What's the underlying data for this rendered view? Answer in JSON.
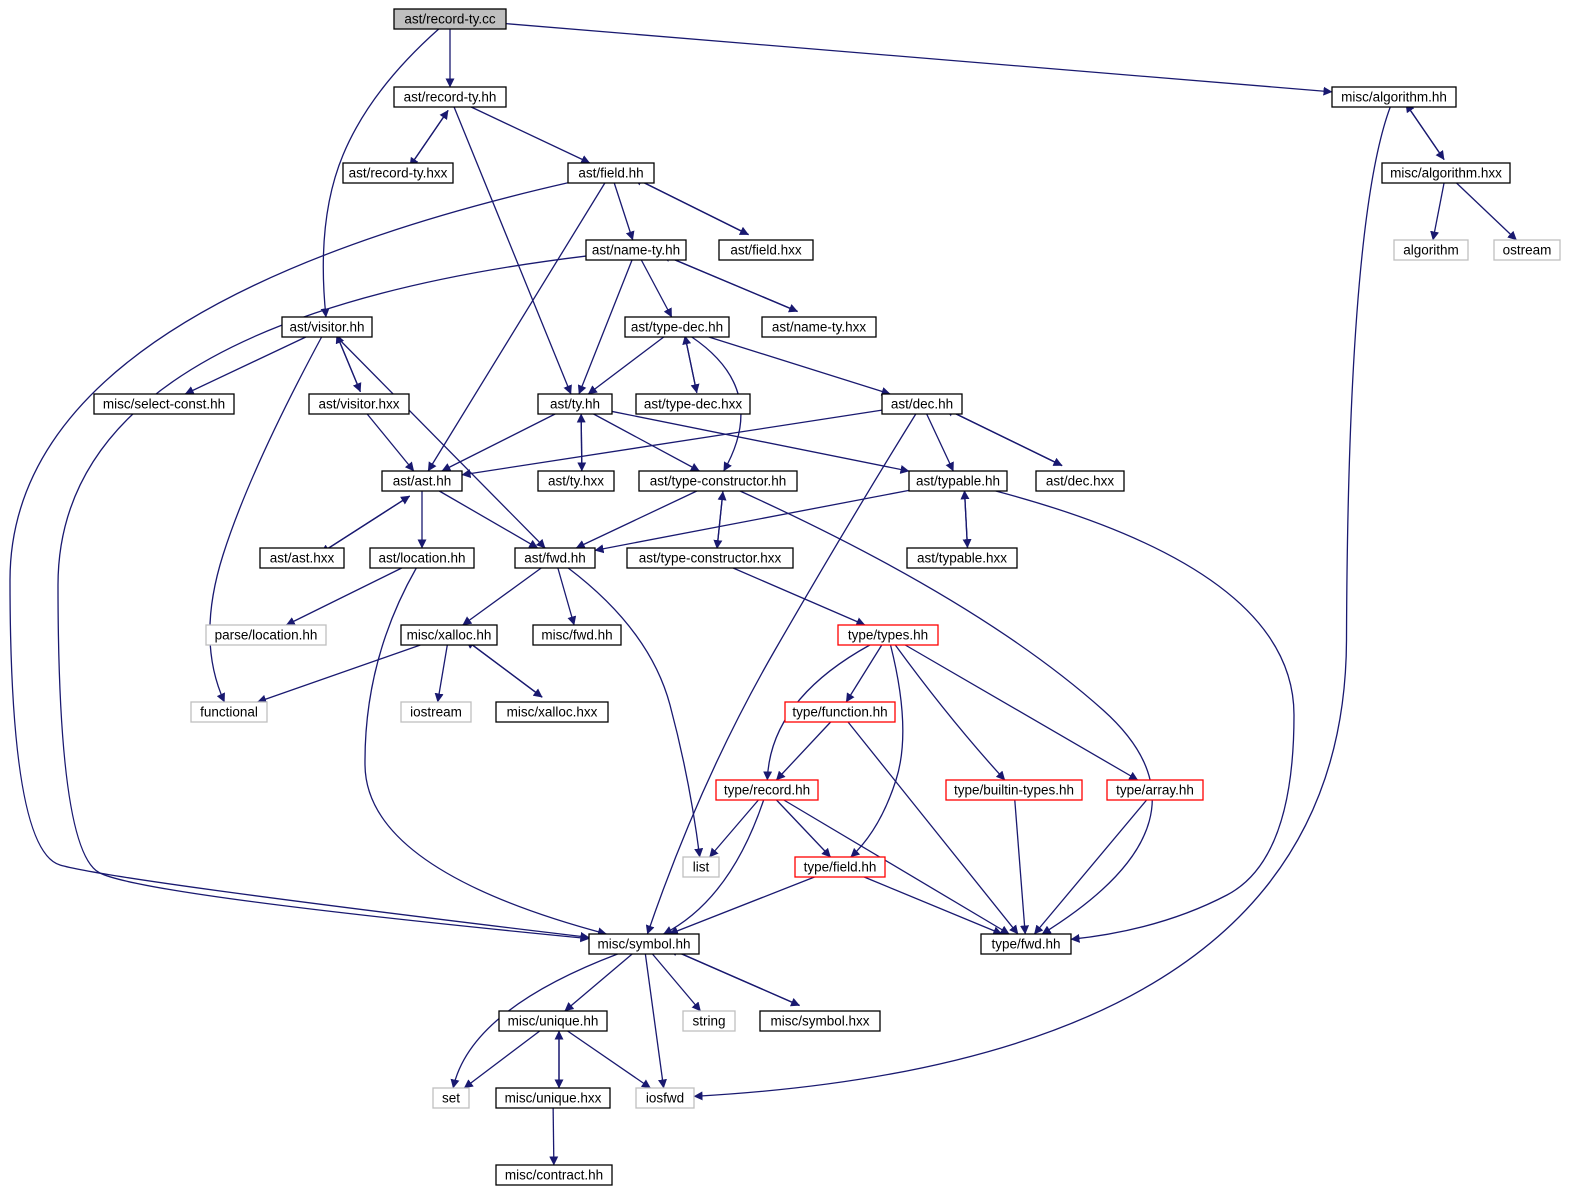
{
  "diagram": {
    "colors": {
      "edge": "#191970",
      "node_border": "#000000",
      "external_border": "#bfbfbf",
      "truncated_border": "#ff0000",
      "root_fill": "#bfbfbf",
      "node_fill": "#ffffff"
    },
    "nodes": [
      {
        "id": "record-ty-cc",
        "label": "ast/record-ty.cc",
        "kind": "root"
      },
      {
        "id": "record-ty-hh",
        "label": "ast/record-ty.hh",
        "kind": "normal"
      },
      {
        "id": "record-ty-hxx",
        "label": "ast/record-ty.hxx",
        "kind": "normal"
      },
      {
        "id": "algorithm-hh",
        "label": "misc/algorithm.hh",
        "kind": "normal"
      },
      {
        "id": "algorithm-hxx",
        "label": "misc/algorithm.hxx",
        "kind": "normal"
      },
      {
        "id": "algorithm",
        "label": "algorithm",
        "kind": "external"
      },
      {
        "id": "ostream",
        "label": "ostream",
        "kind": "external"
      },
      {
        "id": "field-hh",
        "label": "ast/field.hh",
        "kind": "normal"
      },
      {
        "id": "field-hxx",
        "label": "ast/field.hxx",
        "kind": "normal"
      },
      {
        "id": "name-ty-hh",
        "label": "ast/name-ty.hh",
        "kind": "normal"
      },
      {
        "id": "name-ty-hxx",
        "label": "ast/name-ty.hxx",
        "kind": "normal"
      },
      {
        "id": "visitor-hh",
        "label": "ast/visitor.hh",
        "kind": "normal"
      },
      {
        "id": "type-dec-hh",
        "label": "ast/type-dec.hh",
        "kind": "normal"
      },
      {
        "id": "select-const-hh",
        "label": "misc/select-const.hh",
        "kind": "normal"
      },
      {
        "id": "visitor-hxx",
        "label": "ast/visitor.hxx",
        "kind": "normal"
      },
      {
        "id": "ty-hh",
        "label": "ast/ty.hh",
        "kind": "normal"
      },
      {
        "id": "type-dec-hxx",
        "label": "ast/type-dec.hxx",
        "kind": "normal"
      },
      {
        "id": "dec-hh",
        "label": "ast/dec.hh",
        "kind": "normal"
      },
      {
        "id": "ast-hh",
        "label": "ast/ast.hh",
        "kind": "normal"
      },
      {
        "id": "ty-hxx",
        "label": "ast/ty.hxx",
        "kind": "normal"
      },
      {
        "id": "type-constructor-hh",
        "label": "ast/type-constructor.hh",
        "kind": "normal"
      },
      {
        "id": "typable-hh",
        "label": "ast/typable.hh",
        "kind": "normal"
      },
      {
        "id": "dec-hxx",
        "label": "ast/dec.hxx",
        "kind": "normal"
      },
      {
        "id": "ast-hxx",
        "label": "ast/ast.hxx",
        "kind": "normal"
      },
      {
        "id": "location-hh",
        "label": "ast/location.hh",
        "kind": "normal"
      },
      {
        "id": "fwd-hh",
        "label": "ast/fwd.hh",
        "kind": "normal"
      },
      {
        "id": "type-constructor-hxx",
        "label": "ast/type-constructor.hxx",
        "kind": "normal"
      },
      {
        "id": "typable-hxx",
        "label": "ast/typable.hxx",
        "kind": "normal"
      },
      {
        "id": "parse-location-hh",
        "label": "parse/location.hh",
        "kind": "external"
      },
      {
        "id": "xalloc-hh",
        "label": "misc/xalloc.hh",
        "kind": "normal"
      },
      {
        "id": "misc-fwd-hh",
        "label": "misc/fwd.hh",
        "kind": "normal"
      },
      {
        "id": "types-hh",
        "label": "type/types.hh",
        "kind": "truncated"
      },
      {
        "id": "functional",
        "label": "functional",
        "kind": "external"
      },
      {
        "id": "iostream",
        "label": "iostream",
        "kind": "external"
      },
      {
        "id": "xalloc-hxx",
        "label": "misc/xalloc.hxx",
        "kind": "normal"
      },
      {
        "id": "function-hh",
        "label": "type/function.hh",
        "kind": "truncated"
      },
      {
        "id": "record-hh",
        "label": "type/record.hh",
        "kind": "truncated"
      },
      {
        "id": "builtin-types-hh",
        "label": "type/builtin-types.hh",
        "kind": "truncated"
      },
      {
        "id": "array-hh",
        "label": "type/array.hh",
        "kind": "truncated"
      },
      {
        "id": "list",
        "label": "list",
        "kind": "external"
      },
      {
        "id": "type-field-hh",
        "label": "type/field.hh",
        "kind": "truncated"
      },
      {
        "id": "symbol-hh",
        "label": "misc/symbol.hh",
        "kind": "normal"
      },
      {
        "id": "type-fwd-hh",
        "label": "type/fwd.hh",
        "kind": "normal"
      },
      {
        "id": "unique-hh",
        "label": "misc/unique.hh",
        "kind": "normal"
      },
      {
        "id": "string",
        "label": "string",
        "kind": "external"
      },
      {
        "id": "symbol-hxx",
        "label": "misc/symbol.hxx",
        "kind": "normal"
      },
      {
        "id": "set",
        "label": "set",
        "kind": "external"
      },
      {
        "id": "unique-hxx",
        "label": "misc/unique.hxx",
        "kind": "normal"
      },
      {
        "id": "iosfwd",
        "label": "iosfwd",
        "kind": "external"
      },
      {
        "id": "contract-hh",
        "label": "misc/contract.hh",
        "kind": "normal"
      }
    ],
    "edges": [
      {
        "from": "record-ty-cc",
        "to": "record-ty-hh"
      },
      {
        "from": "record-ty-cc",
        "to": "visitor-hh"
      },
      {
        "from": "record-ty-cc",
        "to": "algorithm-hh"
      },
      {
        "from": "record-ty-hh",
        "to": "record-ty-hxx"
      },
      {
        "from": "record-ty-hxx",
        "to": "record-ty-hh"
      },
      {
        "from": "record-ty-hh",
        "to": "field-hh"
      },
      {
        "from": "record-ty-hh",
        "to": "ty-hh"
      },
      {
        "from": "algorithm-hh",
        "to": "algorithm-hxx"
      },
      {
        "from": "algorithm-hxx",
        "to": "algorithm-hh"
      },
      {
        "from": "algorithm-hh",
        "to": "iosfwd"
      },
      {
        "from": "algorithm-hxx",
        "to": "algorithm"
      },
      {
        "from": "algorithm-hxx",
        "to": "ostream"
      },
      {
        "from": "field-hh",
        "to": "name-ty-hh"
      },
      {
        "from": "field-hh",
        "to": "field-hxx"
      },
      {
        "from": "field-hxx",
        "to": "field-hh"
      },
      {
        "from": "field-hh",
        "to": "ast-hh"
      },
      {
        "from": "field-hh",
        "to": "symbol-hh"
      },
      {
        "from": "name-ty-hh",
        "to": "name-ty-hxx"
      },
      {
        "from": "name-ty-hxx",
        "to": "name-ty-hh"
      },
      {
        "from": "name-ty-hh",
        "to": "type-dec-hh"
      },
      {
        "from": "name-ty-hh",
        "to": "ty-hh"
      },
      {
        "from": "name-ty-hh",
        "to": "symbol-hh"
      },
      {
        "from": "visitor-hh",
        "to": "select-const-hh"
      },
      {
        "from": "visitor-hh",
        "to": "visitor-hxx"
      },
      {
        "from": "visitor-hxx",
        "to": "visitor-hh"
      },
      {
        "from": "visitor-hh",
        "to": "functional"
      },
      {
        "from": "visitor-hh",
        "to": "fwd-hh"
      },
      {
        "from": "visitor-hxx",
        "to": "ast-hh"
      },
      {
        "from": "type-dec-hh",
        "to": "type-dec-hxx"
      },
      {
        "from": "type-dec-hxx",
        "to": "type-dec-hh"
      },
      {
        "from": "type-dec-hh",
        "to": "ty-hh"
      },
      {
        "from": "type-dec-hh",
        "to": "dec-hh"
      },
      {
        "from": "type-dec-hh",
        "to": "type-constructor-hh"
      },
      {
        "from": "ty-hh",
        "to": "ty-hxx"
      },
      {
        "from": "ty-hxx",
        "to": "ty-hh"
      },
      {
        "from": "ty-hh",
        "to": "ast-hh"
      },
      {
        "from": "ty-hh",
        "to": "type-constructor-hh"
      },
      {
        "from": "ty-hh",
        "to": "typable-hh"
      },
      {
        "from": "dec-hh",
        "to": "ast-hh"
      },
      {
        "from": "dec-hh",
        "to": "typable-hh"
      },
      {
        "from": "dec-hh",
        "to": "dec-hxx"
      },
      {
        "from": "dec-hxx",
        "to": "dec-hh"
      },
      {
        "from": "dec-hh",
        "to": "symbol-hh"
      },
      {
        "from": "ast-hh",
        "to": "ast-hxx"
      },
      {
        "from": "ast-hxx",
        "to": "ast-hh"
      },
      {
        "from": "ast-hh",
        "to": "location-hh"
      },
      {
        "from": "ast-hh",
        "to": "fwd-hh"
      },
      {
        "from": "type-constructor-hh",
        "to": "fwd-hh"
      },
      {
        "from": "type-constructor-hh",
        "to": "type-constructor-hxx"
      },
      {
        "from": "type-constructor-hxx",
        "to": "type-constructor-hh"
      },
      {
        "from": "type-constructor-hh",
        "to": "type-fwd-hh"
      },
      {
        "from": "type-constructor-hxx",
        "to": "types-hh"
      },
      {
        "from": "typable-hh",
        "to": "fwd-hh"
      },
      {
        "from": "typable-hh",
        "to": "typable-hxx"
      },
      {
        "from": "typable-hxx",
        "to": "typable-hh"
      },
      {
        "from": "typable-hh",
        "to": "type-fwd-hh"
      },
      {
        "from": "location-hh",
        "to": "parse-location-hh"
      },
      {
        "from": "location-hh",
        "to": "symbol-hh"
      },
      {
        "from": "fwd-hh",
        "to": "xalloc-hh"
      },
      {
        "from": "fwd-hh",
        "to": "misc-fwd-hh"
      },
      {
        "from": "fwd-hh",
        "to": "list"
      },
      {
        "from": "xalloc-hh",
        "to": "functional"
      },
      {
        "from": "xalloc-hh",
        "to": "iostream"
      },
      {
        "from": "xalloc-hh",
        "to": "xalloc-hxx"
      },
      {
        "from": "xalloc-hxx",
        "to": "xalloc-hh"
      },
      {
        "from": "types-hh",
        "to": "function-hh"
      },
      {
        "from": "types-hh",
        "to": "record-hh"
      },
      {
        "from": "types-hh",
        "to": "builtin-types-hh"
      },
      {
        "from": "types-hh",
        "to": "array-hh"
      },
      {
        "from": "types-hh",
        "to": "type-field-hh"
      },
      {
        "from": "function-hh",
        "to": "record-hh"
      },
      {
        "from": "function-hh",
        "to": "type-fwd-hh"
      },
      {
        "from": "record-hh",
        "to": "list"
      },
      {
        "from": "record-hh",
        "to": "type-field-hh"
      },
      {
        "from": "record-hh",
        "to": "symbol-hh"
      },
      {
        "from": "record-hh",
        "to": "type-fwd-hh"
      },
      {
        "from": "builtin-types-hh",
        "to": "type-fwd-hh"
      },
      {
        "from": "array-hh",
        "to": "type-fwd-hh"
      },
      {
        "from": "type-field-hh",
        "to": "symbol-hh"
      },
      {
        "from": "type-field-hh",
        "to": "type-fwd-hh"
      },
      {
        "from": "symbol-hh",
        "to": "set"
      },
      {
        "from": "symbol-hh",
        "to": "unique-hh"
      },
      {
        "from": "symbol-hh",
        "to": "iosfwd"
      },
      {
        "from": "symbol-hh",
        "to": "string"
      },
      {
        "from": "symbol-hh",
        "to": "symbol-hxx"
      },
      {
        "from": "symbol-hxx",
        "to": "symbol-hh"
      },
      {
        "from": "unique-hh",
        "to": "set"
      },
      {
        "from": "unique-hh",
        "to": "unique-hxx"
      },
      {
        "from": "unique-hxx",
        "to": "unique-hh"
      },
      {
        "from": "unique-hh",
        "to": "iosfwd"
      },
      {
        "from": "unique-hxx",
        "to": "contract-hh"
      }
    ]
  }
}
